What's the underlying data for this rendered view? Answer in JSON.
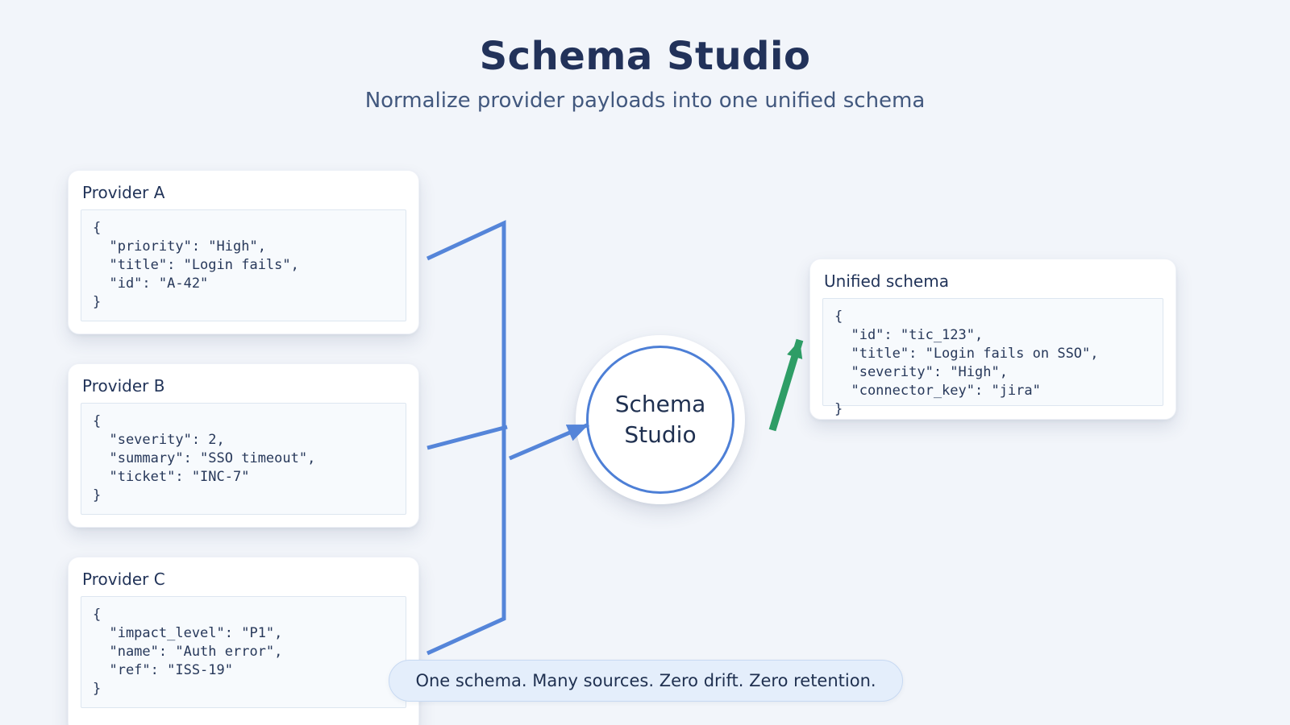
{
  "header": {
    "title": "Schema Studio",
    "subtitle": "Normalize provider payloads into one unified schema"
  },
  "providers": [
    {
      "label": "Provider A",
      "code": "{\n  \"priority\": \"High\",\n  \"title\": \"Login fails\",\n  \"id\": \"A-42\"\n}"
    },
    {
      "label": "Provider B",
      "code": "{\n  \"severity\": 2,\n  \"summary\": \"SSO timeout\",\n  \"ticket\": \"INC-7\"\n}"
    },
    {
      "label": "Provider C",
      "code": "{\n  \"impact_level\": \"P1\",\n  \"name\": \"Auth error\",\n  \"ref\": \"ISS-19\"\n}"
    }
  ],
  "hub": {
    "title": "Schema Studio"
  },
  "unified": {
    "label": "Unified schema",
    "code": "{\n  \"id\": \"tic_123\",\n  \"title\": \"Login fails on SSO\",\n  \"severity\": \"High\",\n  \"connector_key\": \"jira\"\n}"
  },
  "footer": {
    "tagline": "One schema. Many sources. Zero drift. Zero retention."
  },
  "colors": {
    "connector_blue": "#5585d9",
    "connector_green": "#2e9d66",
    "hub_ring_blue": "#4d7fd6",
    "background": "#f2f5fa",
    "title_navy": "#22325a"
  }
}
